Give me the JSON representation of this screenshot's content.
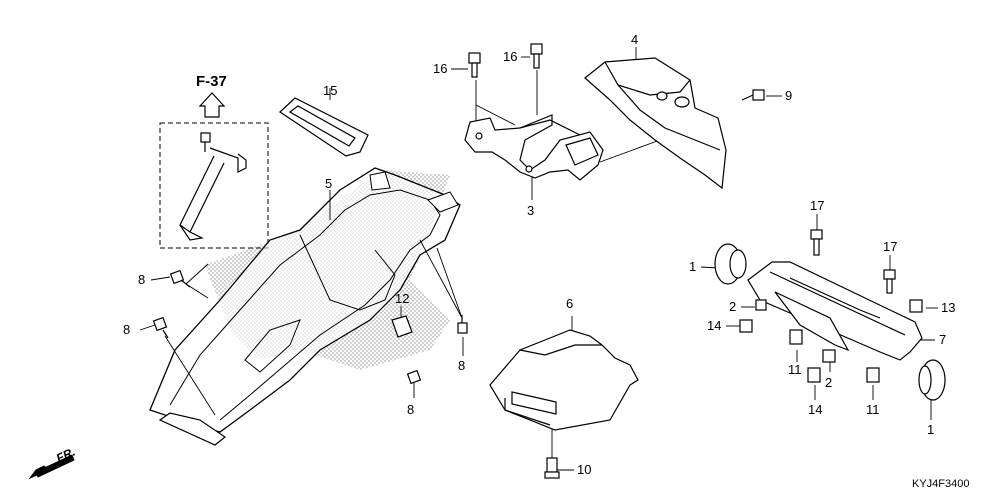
{
  "reference": {
    "text": "F-37"
  },
  "diagram_code": "KYJ4F3400",
  "front_marker": "FR.",
  "callouts": [
    {
      "id": "c4",
      "text": "4"
    },
    {
      "id": "c16a",
      "text": "16"
    },
    {
      "id": "c16b",
      "text": "16"
    },
    {
      "id": "c9",
      "text": "9"
    },
    {
      "id": "c15",
      "text": "15"
    },
    {
      "id": "c5",
      "text": "5"
    },
    {
      "id": "c3",
      "text": "3"
    },
    {
      "id": "c17a",
      "text": "17"
    },
    {
      "id": "c17b",
      "text": "17"
    },
    {
      "id": "c1a",
      "text": "1"
    },
    {
      "id": "c2a",
      "text": "2"
    },
    {
      "id": "c13",
      "text": "13"
    },
    {
      "id": "c14a",
      "text": "14"
    },
    {
      "id": "c7",
      "text": "7"
    },
    {
      "id": "c11a",
      "text": "11"
    },
    {
      "id": "c2b",
      "text": "2"
    },
    {
      "id": "c14b",
      "text": "14"
    },
    {
      "id": "c11b",
      "text": "11"
    },
    {
      "id": "c1b",
      "text": "1"
    },
    {
      "id": "c8a",
      "text": "8"
    },
    {
      "id": "c8b",
      "text": "8"
    },
    {
      "id": "c12",
      "text": "12"
    },
    {
      "id": "c8c",
      "text": "8"
    },
    {
      "id": "c8d",
      "text": "8"
    },
    {
      "id": "c6",
      "text": "6"
    },
    {
      "id": "c10",
      "text": "10"
    }
  ]
}
